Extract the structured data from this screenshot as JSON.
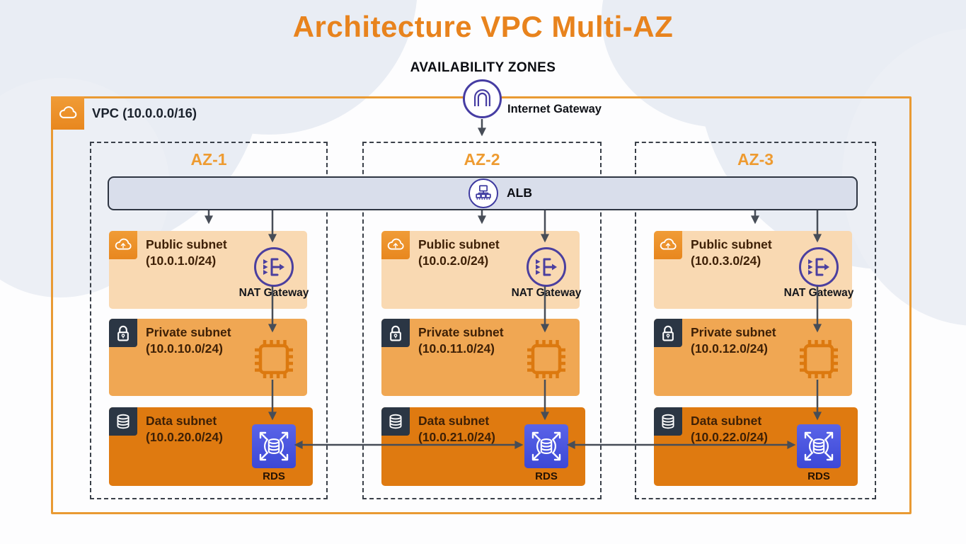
{
  "title": "Architecture VPC Multi-AZ",
  "availability_zones_label": "AVAILABILITY ZONES",
  "internet_gateway": {
    "label": "Internet Gateway",
    "icon": "internet-gateway-icon"
  },
  "vpc": {
    "label": "VPC (10.0.0.0/16)",
    "icon": "cloud-icon"
  },
  "alb": {
    "label": "ALB",
    "icon": "load-balancer-icon"
  },
  "zones": [
    {
      "label": "AZ-1",
      "public_subnet": {
        "title": "Public subnet",
        "cidr": "(10.0.1.0/24)",
        "icon": "public-cloud-icon"
      },
      "nat_gateway_label": "NAT Gateway",
      "private_subnet": {
        "title": "Private subnet",
        "cidr": "(10.0.10.0/24)",
        "icon": "lock-icon"
      },
      "data_subnet": {
        "title": "Data subnet",
        "cidr": "(10.0.20.0/24)",
        "icon": "database-icon"
      },
      "rds_label": "RDS"
    },
    {
      "label": "AZ-2",
      "public_subnet": {
        "title": "Public subnet",
        "cidr": "(10.0.2.0/24)",
        "icon": "public-cloud-icon"
      },
      "nat_gateway_label": "NAT Gateway",
      "private_subnet": {
        "title": "Private subnet",
        "cidr": "(10.0.11.0/24)",
        "icon": "lock-icon"
      },
      "data_subnet": {
        "title": "Data subnet",
        "cidr": "(10.0.21.0/24)",
        "icon": "database-icon"
      },
      "rds_label": "RDS"
    },
    {
      "label": "AZ-3",
      "public_subnet": {
        "title": "Public subnet",
        "cidr": "(10.0.3.0/24)",
        "icon": "public-cloud-icon"
      },
      "nat_gateway_label": "NAT Gateway",
      "private_subnet": {
        "title": "Private subnet",
        "cidr": "(10.0.12.0/24)",
        "icon": "lock-icon"
      },
      "data_subnet": {
        "title": "Data subnet",
        "cidr": "(10.0.22.0/24)",
        "icon": "database-icon"
      },
      "rds_label": "RDS"
    }
  ],
  "icons": {
    "nat_gateway": "nat-gateway-icon",
    "compute": "ec2-chip-icon",
    "rds": "rds-icon"
  },
  "colors": {
    "accent_orange": "#E8831D",
    "vpc_border": "#E99A33",
    "az_label": "#EE9B31",
    "public_subnet_fill": "#F9D9B2",
    "private_subnet_fill": "#F0A753",
    "data_subnet_fill": "#DF7A10",
    "icon_navy": "#2B3644",
    "subnet_icon_orange": "#E8871E",
    "alb_fill": "#D9DEEB",
    "icon_purple": "#463DA3",
    "rds_blue": "#4450DC",
    "arrow": "#474D57"
  }
}
